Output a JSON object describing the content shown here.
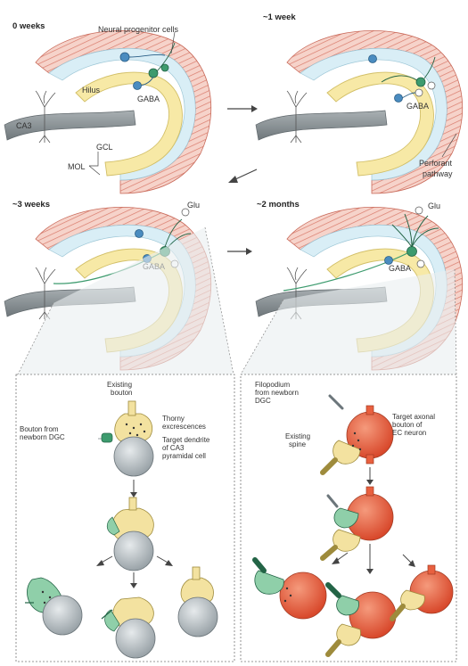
{
  "stages": {
    "s0": "0 weeks",
    "s1": "~1 week",
    "s3": "~3 weeks",
    "s2m": "~2 months"
  },
  "labels": {
    "neural_progenitor": "Neural progenitor cells",
    "hilus": "Hilus",
    "gaba": "GABA",
    "glu": "Glu",
    "ca3": "CA3",
    "gcl": "GCL",
    "mol": "MOL",
    "perforant_1": "Perforant",
    "perforant_2": "pathway",
    "existing_bouton_1": "Existing",
    "existing_bouton_2": "bouton",
    "bouton_newborn_1": "Bouton from",
    "bouton_newborn_2": "newborn DGC",
    "thorny_1": "Thorny",
    "thorny_2": "excrescences",
    "target_dendrite_1": "Target dendrite",
    "target_dendrite_2": "of CA3",
    "target_dendrite_3": "pyramidal cell",
    "filopodium_1": "Filopodium",
    "filopodium_2": "from newborn",
    "filopodium_3": "DGC",
    "existing_spine_1": "Existing",
    "existing_spine_2": "spine",
    "target_axonal_1": "Target axonal",
    "target_axonal_2": "bouton of",
    "target_axonal_3": "EC neuron"
  },
  "colors": {
    "gcl_yellow": "#f7e9a6",
    "mol_pink": "#f3c7bd",
    "stripe": "#d97a6b",
    "hilus_blue": "#d9eef6",
    "ca3_gray": "#8f979b",
    "newborn_green": "#3d9b6e",
    "gaba_blue": "#4a8cc0",
    "target_red": "#e8603f",
    "bouton_yellow": "#f3e2a0",
    "sphere_gray": "#bfc6ca",
    "panel_bg": "#eef2f3"
  }
}
